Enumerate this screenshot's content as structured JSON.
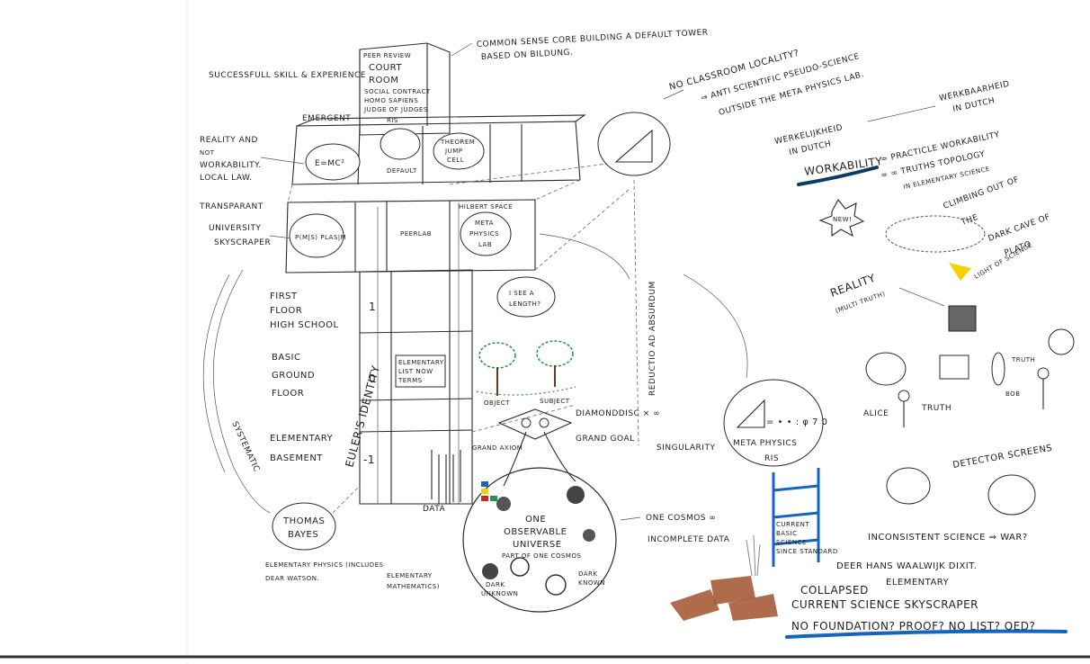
{
  "tower": {
    "top_note": "COMMON SENSE CORE BUILDING A DEFAULT TOWER",
    "top_note2": "BASED ON BILDUNG.",
    "court_lines": [
      "PEER REVIEW",
      "COURT",
      "ROOM",
      "SOCIAL CONTRACT",
      "HOMO SAPIENS",
      "JUDGE OF JUDGES",
      "RIS"
    ],
    "successfull": "SUCCESSFULL SKILL & EXPERIENCE",
    "emergent": "EMERGENT",
    "reality_local": [
      "REALITY AND",
      "NOT",
      "WORKABILITY.",
      "LOCAL LAW."
    ],
    "transparant": "TRANSPARANT",
    "university": [
      "UNIVERSITY",
      "SKYSCRAPER"
    ],
    "first_floor": [
      "FIRST",
      "FLOOR",
      "HIGH SCHOOL"
    ],
    "basic_ground": [
      "BASIC",
      "GROUND",
      "FLOOR"
    ],
    "elementary": [
      "ELEMENTARY",
      "BASEMENT"
    ],
    "euler": "EULER'S IDENTITY",
    "floor_numbers": [
      "1",
      "0",
      "-1"
    ],
    "emc2": "E=MC²",
    "default": "DEFAULT",
    "theorem": [
      "THEOREM",
      "JUMP",
      "CELL"
    ],
    "pm": "P(M|S) PLAS|M",
    "peer_lab": "PEERLAB",
    "hilbert": "HILBERT SPACE",
    "meta_lab": [
      "META",
      "PHYSICS",
      "LAB"
    ],
    "length_q": [
      "I SEE A",
      "LENGTH?"
    ],
    "elementary_list": [
      "ELEMENTARY",
      "LIST NOW",
      "TERMS"
    ],
    "object": "OBJECT",
    "subject": "SUBJECT",
    "systematic": "SYSTEMATIC",
    "thomas": [
      "THOMAS",
      "BAYES"
    ],
    "data": "DATA",
    "elem_physics": [
      "ELEMENTARY PHYSICS (INCLUDES",
      "DEAR WATSON.",
      "ELEMENTARY",
      "MATHEMATICS)"
    ]
  },
  "universe": {
    "label": [
      "ONE",
      "OBSERVABLE",
      "UNIVERSE"
    ],
    "part": "PART OF ONE COSMOS",
    "dark_unknown": [
      "DARK",
      "UNKNOWN"
    ],
    "dark_known": [
      "DARK",
      "KNOWN"
    ],
    "grand_axiom": "GRAND AXIOM",
    "grand_goal": "GRAND GOAL",
    "diamond": "DIAMONDDISC × ∞",
    "singularity": "SINGULARITY",
    "one_cosmos": "ONE COSMOS ∞",
    "incomplete": "INCOMPLETE DATA"
  },
  "meta": {
    "no_classroom": "NO CLASSROOM LOCALITY?",
    "anti": "⇒ ANTI SCIENTIFIC PSEUDO-SCIENCE",
    "outside": "OUTSIDE THE META PHYSICS LAB.",
    "reductio": "REDUCTIO AD ABSURDUM",
    "meta_formula": "= • • : φ 7 0",
    "meta_label": "META PHYSICS",
    "meta_ris": "RIS"
  },
  "right": {
    "werkelijkheid": [
      "WERKELIJKHEID",
      "IN DUTCH"
    ],
    "werkbaarheid": [
      "WERKBAARHEID",
      "IN DUTCH"
    ],
    "workability": "WORKABILITY",
    "practicle": "= PRACTICLE WORKABILITY",
    "truths": "= ∞ TRUTHS TOPOLOGY",
    "in_elem": "IN ELEMENTARY SCIENCE",
    "new": "NEW!",
    "climbing": [
      "CLIMBING OUT OF",
      "THE"
    ],
    "dark_cave": [
      "DARK CAVE OF",
      "PLATO"
    ],
    "light": "LIGHT OF SCIENCE",
    "reality": "REALITY",
    "multi": "(MULTI TRUTH)",
    "alice": "ALICE",
    "truth1": "TRUTH",
    "truth2": "TRUTH",
    "bob": "BOB",
    "detector": "DETECTOR SCREENS",
    "inconsistent": "INCONSISTENT SCIENCE ⇒ WAR?",
    "hans": "DEER HANS WAALWIJK DIXIT.",
    "collapsed": [
      "COLLAPSED",
      "CURRENT SCIENCE SKYSCRAPER"
    ],
    "elem_above": "ELEMENTARY",
    "no_foundation": "NO FOUNDATION? PROOF? NO LIST? QED?",
    "current_basic": [
      "CURRENT",
      "BASIC",
      "SCIENCE",
      "SINCE STANDARD"
    ]
  },
  "colors": {
    "blue": "#1565c0",
    "dark_blue": "#0d3b66",
    "green": "#2e8b57",
    "rust": "#a0522d",
    "yellow": "#f5d000"
  }
}
